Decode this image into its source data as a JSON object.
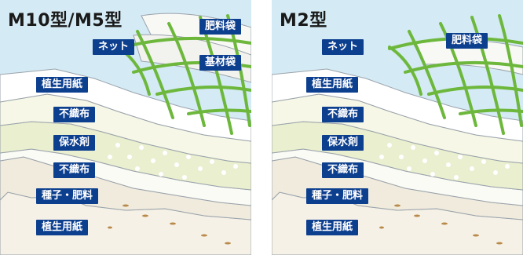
{
  "panels": [
    {
      "title": "M10型/M5型",
      "labels": {
        "fertilizer_bag": "肥料袋",
        "net": "ネット",
        "base_bag": "基材袋",
        "planting_paper_top": "植生用紙",
        "nonwoven_top": "不織布",
        "water_retainer": "保水剤",
        "nonwoven_bottom": "不織布",
        "seed_fertilizer": "種子・肥料",
        "planting_paper_bottom": "植生用紙"
      }
    },
    {
      "title": "M2型",
      "labels": {
        "net": "ネット",
        "fertilizer_bag": "肥料袋",
        "planting_paper_top": "植生用紙",
        "nonwoven_top": "不織布",
        "water_retainer": "保水剤",
        "nonwoven_bottom": "不織布",
        "seed_fertilizer": "種子・肥料",
        "planting_paper_bottom": "植生用紙"
      }
    }
  ],
  "colors": {
    "sky": "#d4eaf4",
    "label_bg": "#0d3f8f",
    "net": "#6db83c",
    "nonwoven": "#eef2d8",
    "seed_layer": "#f4efe3"
  }
}
